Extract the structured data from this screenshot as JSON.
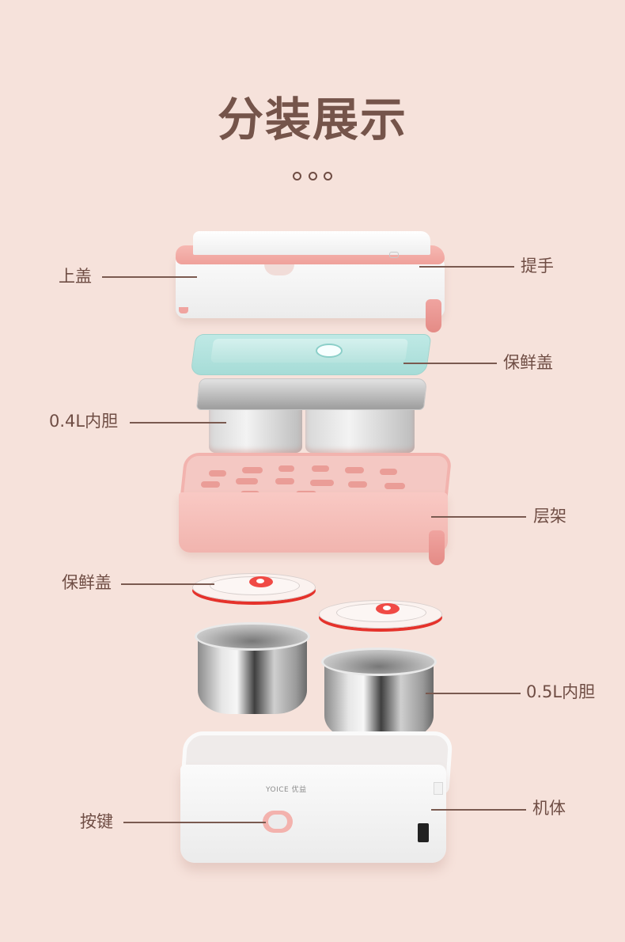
{
  "header": {
    "title": "分装展示",
    "decoration": [
      "circle",
      "circle",
      "circle"
    ]
  },
  "labels": {
    "top_lid": "上盖",
    "handle": "提手",
    "fresh_lid_rect": "保鲜盖",
    "inner_tray_04": "0.4L内胆",
    "shelf": "层架",
    "fresh_lid_round": "保鲜盖",
    "inner_pot_05": "0.5L内胆",
    "body": "机体",
    "button": "按键"
  },
  "product": {
    "brand_mark": "YOICE 优益"
  },
  "colors": {
    "background": "#f6e2db",
    "text": "#6f4d44",
    "accent_pink": "#f2b3ae",
    "accent_teal": "#a6dcd7",
    "accent_red": "#e5322b"
  }
}
